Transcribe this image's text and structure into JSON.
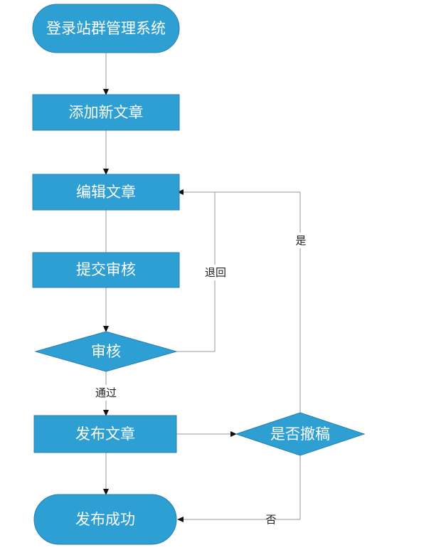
{
  "nodes": {
    "login": "登录站群管理系统",
    "add_article": "添加新文章",
    "edit_article": "编辑文章",
    "submit_review": "提交审核",
    "review": "审核",
    "publish_article": "发布文章",
    "withdraw": "是否撤稿",
    "publish_success": "发布成功"
  },
  "edge_labels": {
    "return": "退回",
    "pass": "通过",
    "yes": "是",
    "no": "否"
  },
  "colors": {
    "node_fill": "#2e9fd3",
    "node_stroke": "#2a7fae",
    "node_text": "#ffffff",
    "edge_line": "#9a9a9a",
    "arrow": "#111111",
    "label_text": "#222222"
  }
}
